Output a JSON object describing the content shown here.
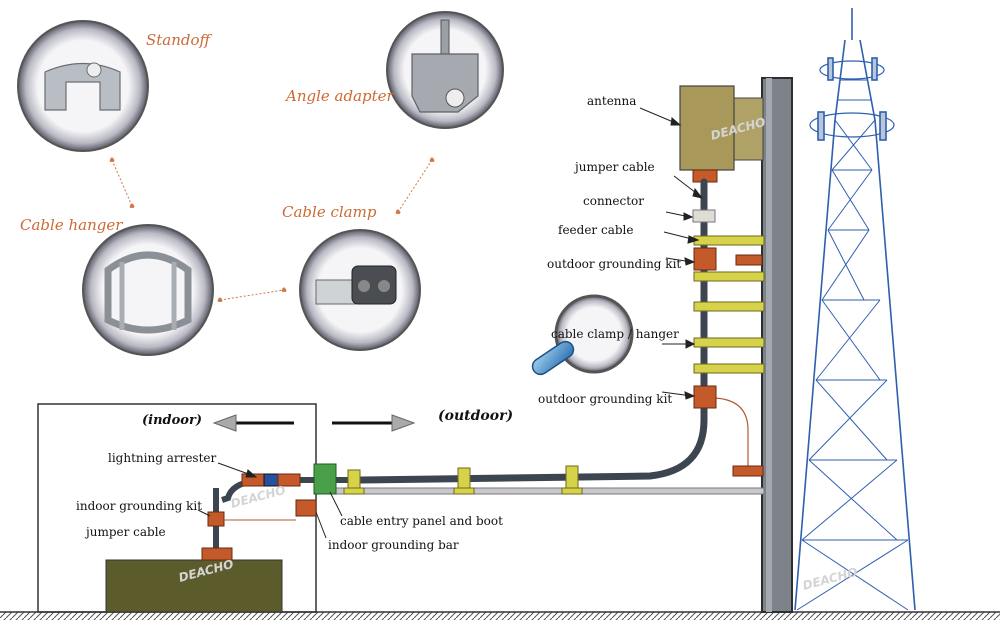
{
  "accessory_labels": {
    "standoff": "Standoff",
    "angle_adapter": "Angle adapter",
    "cable_hanger": "Cable hanger",
    "cable_clamp": "Cable clamp"
  },
  "tower_labels": {
    "antenna": "antenna",
    "jumper_cable_top": "jumper cable",
    "connector": "connector",
    "feeder_cable": "feeder cable",
    "outdoor_grounding_kit_top": "outdoor grounding kit",
    "cable_clamp_hanger": "cable clamp / hanger",
    "outdoor_grounding_kit_bottom": "outdoor grounding kit"
  },
  "indoor_labels": {
    "indoor": "(indoor)",
    "outdoor": "(outdoor)",
    "lightning_arrester": "lightning arrester",
    "indoor_grounding_kit": "indoor grounding kit",
    "jumper_cable_bottom": "jumper cable",
    "cable_entry_panel": "cable entry panel and boot",
    "indoor_grounding_bar": "indoor grounding bar"
  },
  "watermark": "DEACHO",
  "colors": {
    "label_orange": "#cc6a35",
    "cable": "#3d4650",
    "grounding_kit": "#c45a2a",
    "clamp": "#d6d24a",
    "antenna": "#a8985a",
    "entry_panel": "#4aa048",
    "equipment": "#5c5b2c",
    "tower": "#2f5fb0"
  }
}
